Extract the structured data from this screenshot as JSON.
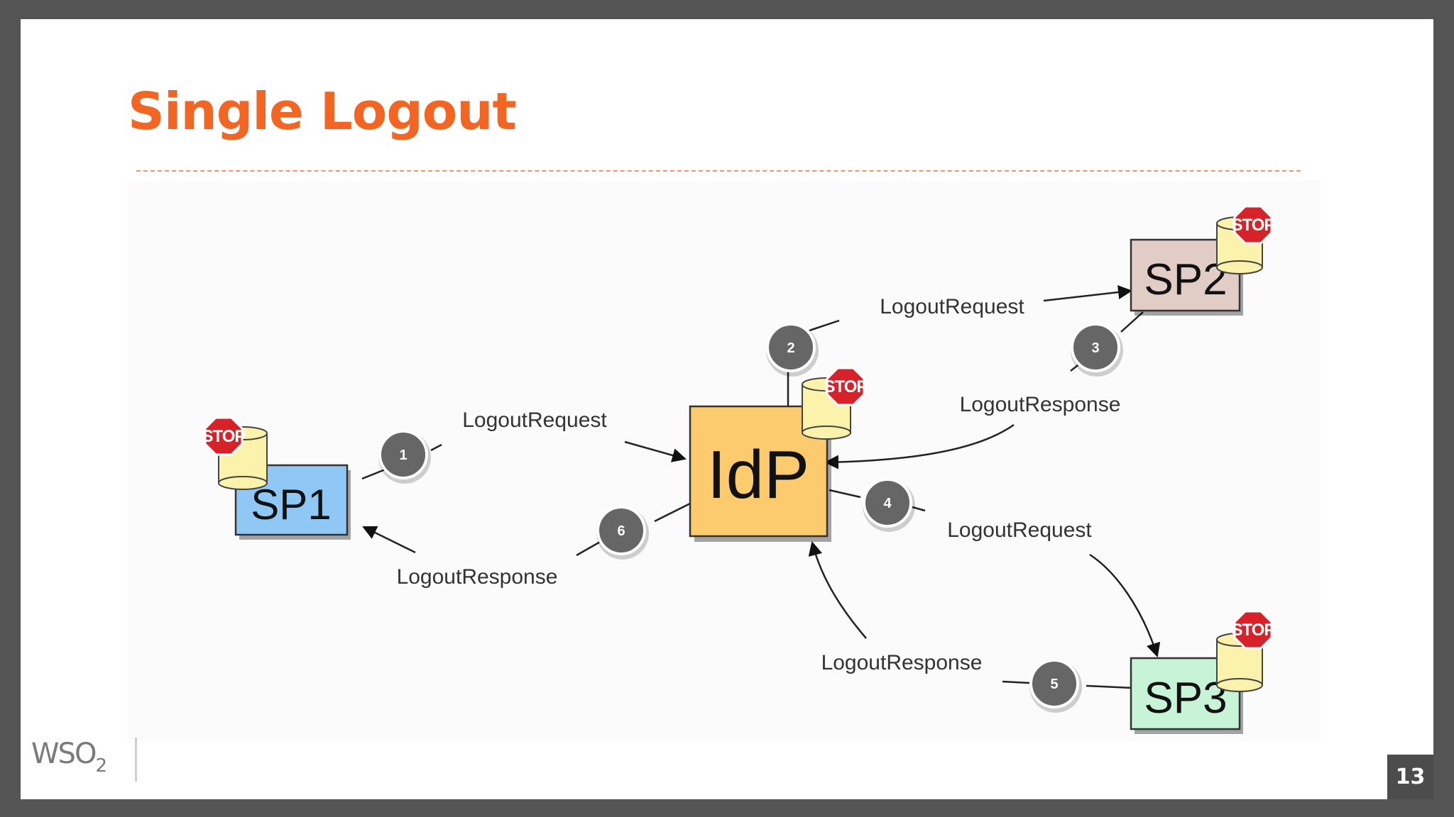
{
  "slide": {
    "title": "Single Logout",
    "page_number": "13",
    "logo": {
      "main": "WSO",
      "sub": "2"
    }
  },
  "diagram": {
    "nodes": {
      "sp1": "SP1",
      "idp": "IdP",
      "sp2": "SP2",
      "sp3": "SP3"
    },
    "stop_label": "STOP",
    "steps": {
      "s1": "1",
      "s2": "2",
      "s3": "3",
      "s4": "4",
      "s5": "5",
      "s6": "6"
    },
    "messages": {
      "m1": "LogoutRequest",
      "m2": "LogoutRequest",
      "m3": "LogoutResponse",
      "m4": "LogoutRequest",
      "m5": "LogoutResponse",
      "m6": "LogoutResponse"
    },
    "colors": {
      "sp1": "#8fc8f5",
      "idp": "#fccb6e",
      "sp2": "#e2cdc6",
      "sp3": "#c7f3d6",
      "cylinder": "#fbf3ab",
      "stop": "#d8222a",
      "step_badge": "#666666"
    }
  }
}
